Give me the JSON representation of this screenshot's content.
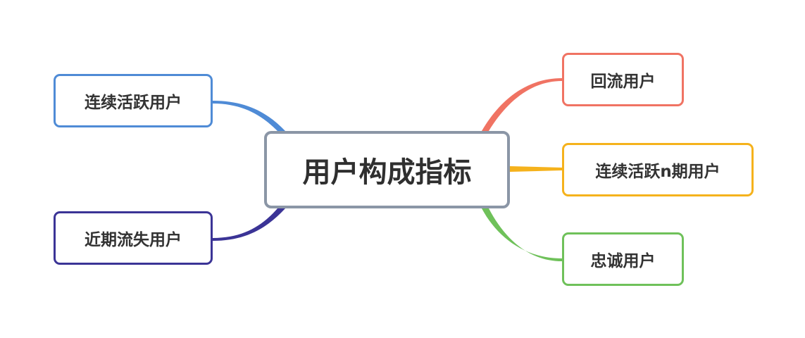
{
  "central": {
    "label": "用户构成指标",
    "border_color": "#8b96a6"
  },
  "branches": [
    {
      "id": "continuous-active",
      "label": "连续活跃用户",
      "color": "#4f8bd6"
    },
    {
      "id": "recently-lost",
      "label": "近期流失用户",
      "color": "#3b3496"
    },
    {
      "id": "returning",
      "label": "回流用户",
      "color": "#f07363"
    },
    {
      "id": "continuous-n",
      "label": "连续活跃n期用户",
      "color": "#f5b21c"
    },
    {
      "id": "loyal",
      "label": "忠诚用户",
      "color": "#6fc15a"
    }
  ]
}
